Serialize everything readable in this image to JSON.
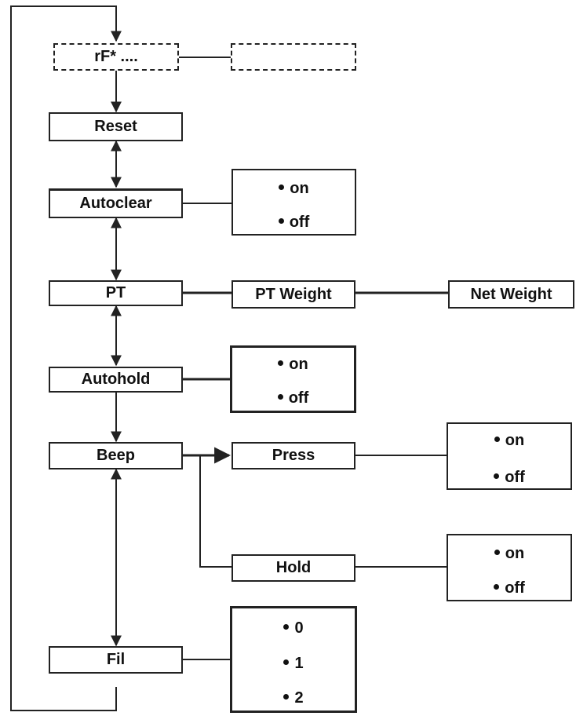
{
  "nodes": {
    "rf": "rF* ....",
    "reset": "Reset",
    "autoclear": "Autoclear",
    "pt": "PT",
    "pt_weight": "PT Weight",
    "net_weight": "Net Weight",
    "autohold": "Autohold",
    "beep": "Beep",
    "press": "Press",
    "hold": "Hold",
    "fil": "Fil"
  },
  "options": {
    "autoclear": [
      "on",
      "off"
    ],
    "autohold": [
      "on",
      "off"
    ],
    "press": [
      "on",
      "off"
    ],
    "hold": [
      "on",
      "off"
    ],
    "fil": [
      "0",
      "1",
      "2"
    ]
  }
}
